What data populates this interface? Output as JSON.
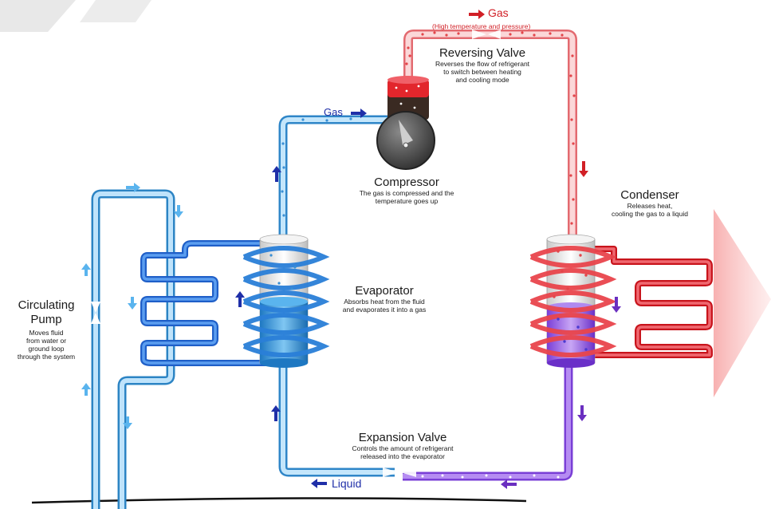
{
  "components": {
    "reversing_valve": {
      "title": "Reversing Valve",
      "desc": "Reverses the flow of refrigerant\nto switch between heating\nand cooling mode"
    },
    "compressor": {
      "title": "Compressor",
      "desc": "The gas is compressed and the\ntemperature goes up"
    },
    "condenser": {
      "title": "Condenser",
      "desc": "Releases heat,\ncooling the gas to a liquid"
    },
    "evaporator": {
      "title": "Evaporator",
      "desc": "Absorbs heat from the fluid\nand evaporates it into a gas"
    },
    "expansion_valve": {
      "title": "Expansion Valve",
      "desc": "Controls the amount of refrigerant\nreleased into the evaporator"
    },
    "circulating_pump": {
      "title": "Circulating\nPump",
      "desc": "Moves  fluid\nfrom water or\nground loop\nthrough the system"
    }
  },
  "flow_labels": {
    "top_gas": "Gas",
    "top_gas_note": "(High temperature and pressure)",
    "left_gas": "Gas",
    "liquid": "Liquid"
  },
  "colors": {
    "cold": "#5aa9e0",
    "hot": "#e8333a",
    "hot_light": "#f3b3b3",
    "liquid": "#8a4de0",
    "arrow_blue": "#1f2fa8",
    "arrow_red": "#d11f26",
    "arrow_purple": "#6a2fc0",
    "loop_blue": "#2f6fd6"
  }
}
